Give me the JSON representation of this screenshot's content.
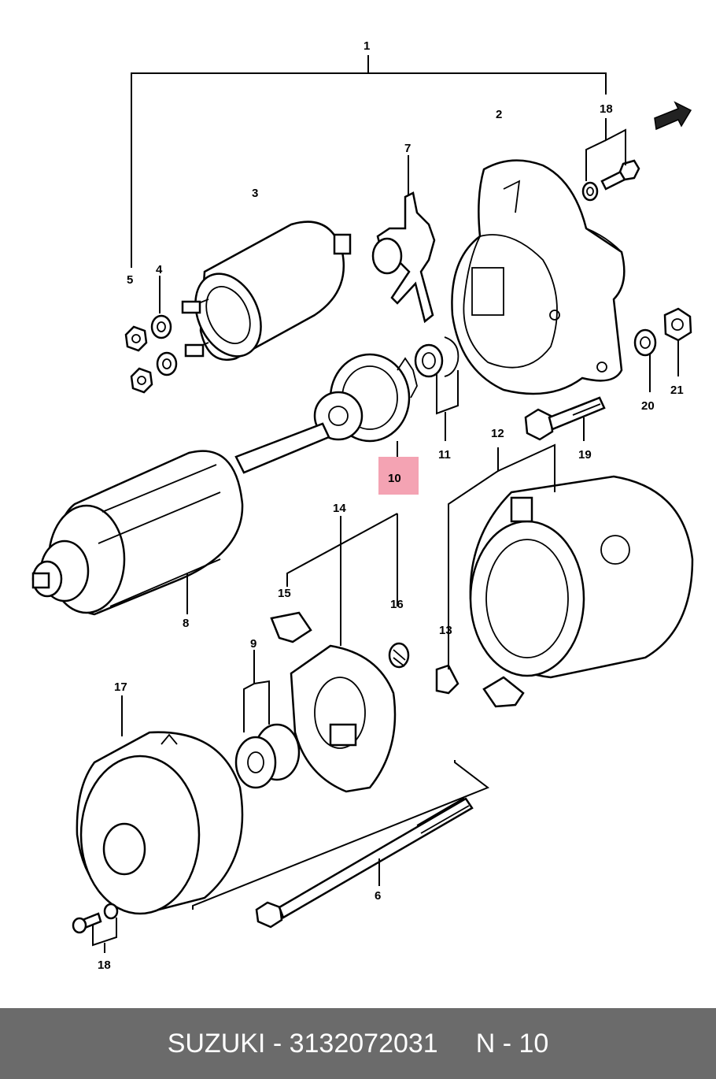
{
  "diagram": {
    "highlight_color": "#f4a3b3",
    "highlighted_part": "10",
    "parts": [
      "1",
      "2",
      "3",
      "4",
      "5",
      "6",
      "7",
      "8",
      "9",
      "10",
      "11",
      "12",
      "13",
      "14",
      "15",
      "16",
      "17",
      "18",
      "19",
      "20",
      "21"
    ]
  },
  "footer": {
    "brand": "SUZUKI",
    "separator": "-",
    "part_number": "3132072031",
    "position": "N - 10",
    "background": "#6b6b6b"
  }
}
